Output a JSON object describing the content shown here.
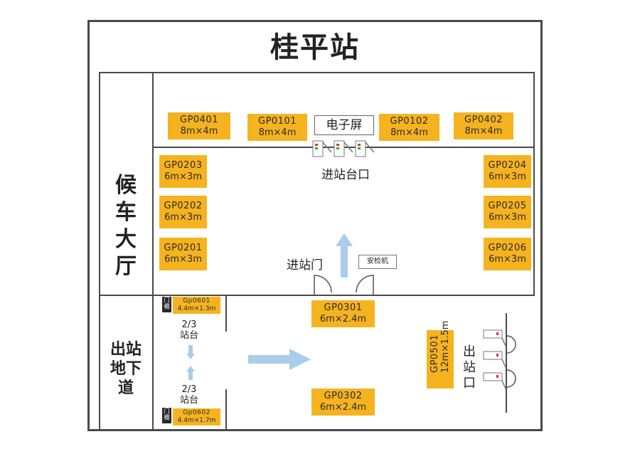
{
  "title": "桂平站",
  "areas": {
    "waiting_hall": "候车大厅",
    "exit_passage": "出站地下道",
    "platform_entrance": "进站台口",
    "entry_gate": "进站门",
    "exit": "出站口",
    "platform_23_top": "2/3\n站台",
    "platform_23_bottom": "2/3\n站台"
  },
  "labels": {
    "screen": "电子屏",
    "security": "安检机",
    "door_tag": "门\n楣"
  },
  "ads": [
    {
      "id": "gp0401",
      "code": "GP0401",
      "size": "8m×4m"
    },
    {
      "id": "gp0101",
      "code": "GP0101",
      "size": "8m×4m"
    },
    {
      "id": "gp0102",
      "code": "GP0102",
      "size": "8m×4m"
    },
    {
      "id": "gp0402",
      "code": "GP0402",
      "size": "8m×4m"
    },
    {
      "id": "gp0203",
      "code": "GP0203",
      "size": "6m×3m"
    },
    {
      "id": "gp0202",
      "code": "GP0202",
      "size": "6m×3m"
    },
    {
      "id": "gp0201",
      "code": "GP0201",
      "size": "6m×3m"
    },
    {
      "id": "gp0204",
      "code": "GP0204",
      "size": "6m×3m"
    },
    {
      "id": "gp0205",
      "code": "GP0205",
      "size": "6m×3m"
    },
    {
      "id": "gp0206",
      "code": "GP0206",
      "size": "6m×3m"
    },
    {
      "id": "gp0601",
      "code": "Gp0601",
      "size": "4.4m×1.3m"
    },
    {
      "id": "gp0602",
      "code": "Gp0602",
      "size": "4.4m×1.7m"
    },
    {
      "id": "gp0301",
      "code": "GP0301",
      "size": "6m×2.4m"
    },
    {
      "id": "gp0302",
      "code": "GP0302",
      "size": "6m×2.4m"
    },
    {
      "id": "gp0501",
      "code": "GP0501",
      "size": "12m×1.5m"
    }
  ],
  "colors": {
    "ad_fill": "#f6b320",
    "arrow": "#a9cdea",
    "wall": "#4a4a4a"
  }
}
